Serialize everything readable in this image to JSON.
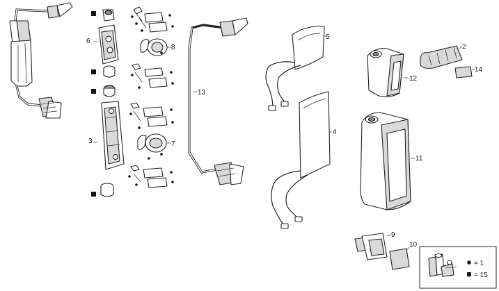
{
  "callouts": {
    "c2": "2",
    "c3": "3",
    "c4": "4",
    "c5": "5",
    "c6": "6",
    "c7": "7",
    "c8": "8",
    "c9": "9",
    "c10": "10",
    "c11": "11",
    "c12": "12",
    "c13": "13",
    "c14": "14"
  },
  "legend": {
    "dot_value": "= 1",
    "square_value": "= 15"
  },
  "icons": {
    "legend_dot": "filled-circle",
    "legend_square": "filled-square"
  }
}
